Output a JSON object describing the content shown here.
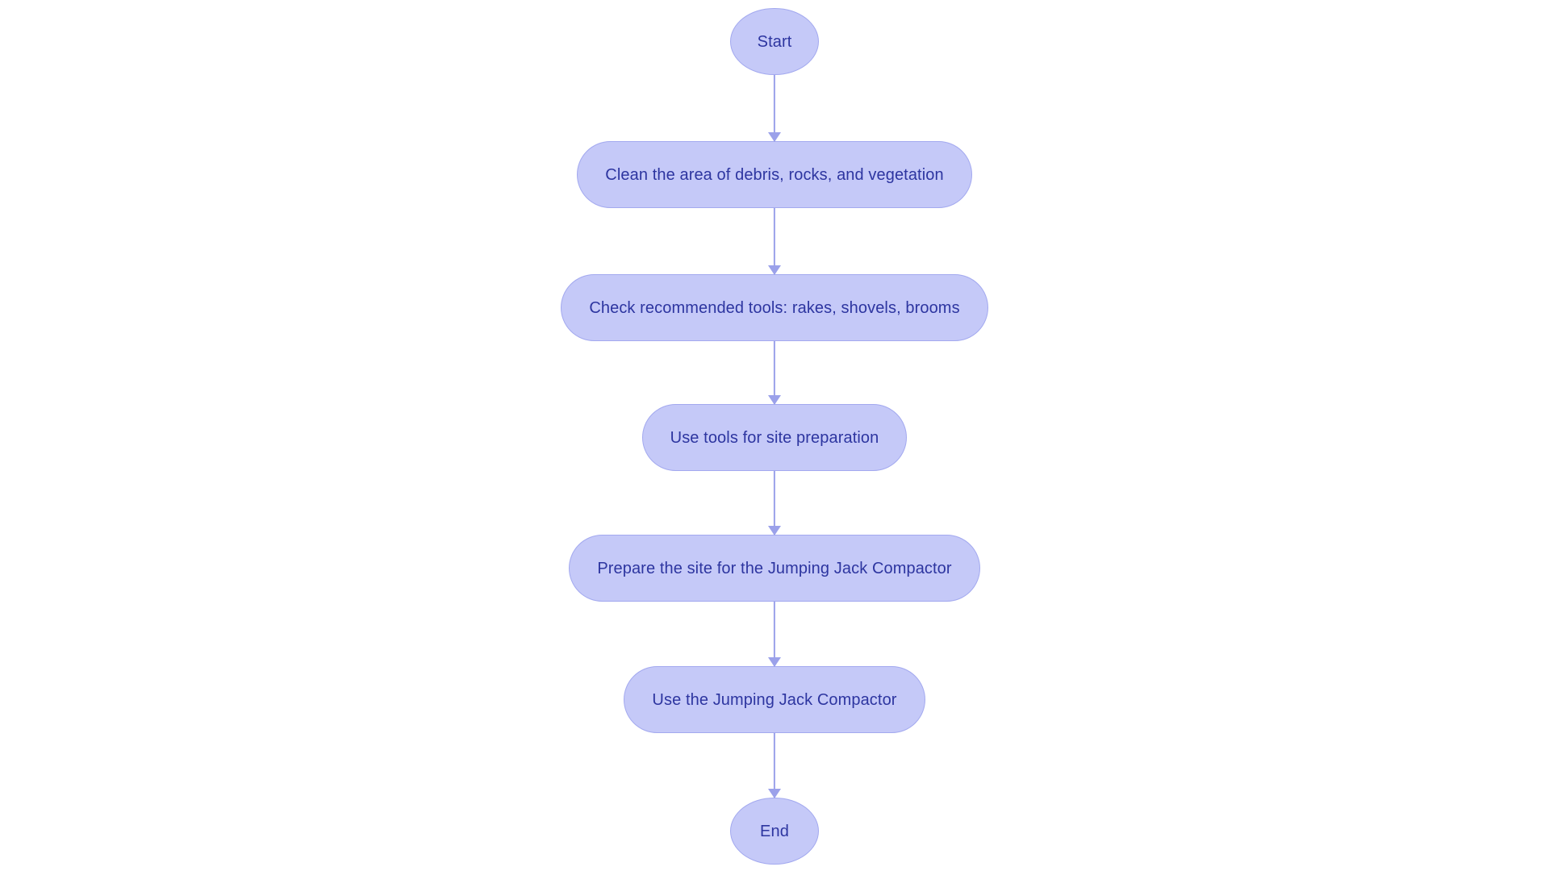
{
  "diagram": {
    "type": "flowchart",
    "orientation": "top-to-bottom",
    "background_color": "#ffffff",
    "node_fill_color": "#c5c9f8",
    "node_border_color": "#a3a9ef",
    "node_text_color": "#2d35a0",
    "edge_color": "#9ba1ea",
    "nodes": [
      {
        "id": "start",
        "label": "Start",
        "shape": "terminal"
      },
      {
        "id": "clean",
        "label": "Clean the area of debris, rocks, and vegetation",
        "shape": "stadium"
      },
      {
        "id": "check",
        "label": "Check recommended tools: rakes, shovels, brooms",
        "shape": "stadium"
      },
      {
        "id": "usetools",
        "label": "Use tools for site preparation",
        "shape": "stadium"
      },
      {
        "id": "prepare",
        "label": "Prepare the site for the Jumping Jack Compactor",
        "shape": "stadium"
      },
      {
        "id": "usejjc",
        "label": "Use the Jumping Jack Compactor",
        "shape": "stadium"
      },
      {
        "id": "end",
        "label": "End",
        "shape": "terminal"
      }
    ],
    "edges": [
      {
        "from": "start",
        "to": "clean",
        "label": ""
      },
      {
        "from": "clean",
        "to": "check",
        "label": ""
      },
      {
        "from": "check",
        "to": "usetools",
        "label": ""
      },
      {
        "from": "usetools",
        "to": "prepare",
        "label": ""
      },
      {
        "from": "prepare",
        "to": "usejjc",
        "label": ""
      },
      {
        "from": "usejjc",
        "to": "end",
        "label": ""
      }
    ]
  }
}
